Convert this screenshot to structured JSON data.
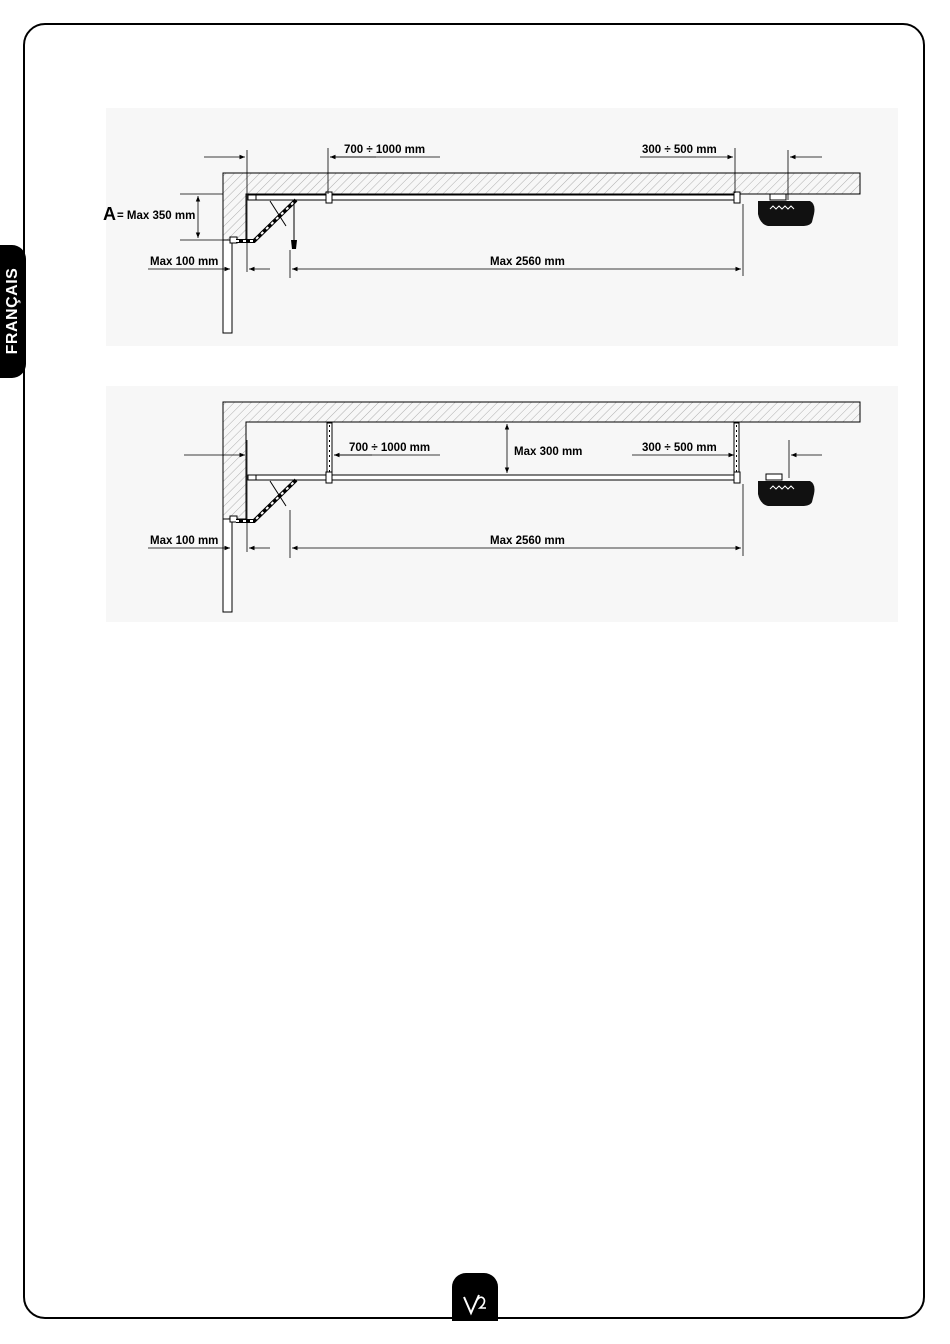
{
  "sidebar": {
    "language": "FRANÇAIS"
  },
  "diagram1": {
    "dim_top_left": "700 ÷ 1000 mm",
    "dim_top_right": "300 ÷ 500 mm",
    "dim_a_letter": "A",
    "dim_a_text": "= Max 350 mm",
    "dim_bottom_left": "Max 100 mm",
    "dim_bottom_main": "Max 2560 mm"
  },
  "diagram2": {
    "dim_top_left": "700 ÷ 1000 mm",
    "dim_height": "Max 300 mm",
    "dim_top_right": "300 ÷ 500 mm",
    "dim_bottom_left": "Max 100 mm",
    "dim_bottom_main": "Max 2560 mm"
  },
  "footer": {
    "logo_icon": "v2-logo-icon"
  }
}
